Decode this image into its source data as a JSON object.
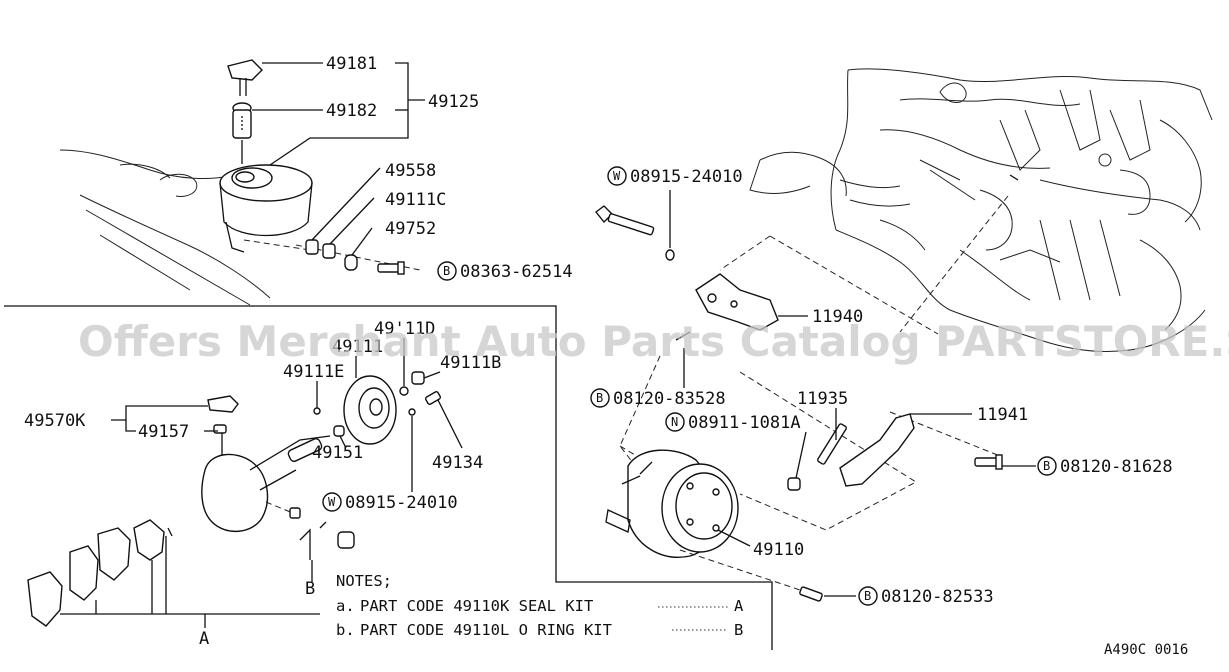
{
  "watermark": "Offers Merchant Auto Parts Catalog PARTSTORE.SA",
  "reference": "A490C 0016",
  "labels": {
    "p49181": "49181",
    "p49182": "49182",
    "p49125": "49125",
    "p49558": "49558",
    "p49111c": "49111C",
    "p49752": "49752",
    "p08363": "08363-62514",
    "p08915_top": "08915-24010",
    "p11940": "11940",
    "p08120_83528": "08120-83528",
    "p11935": "11935",
    "p11941": "11941",
    "p08911": "08911-1081A",
    "p08120_81628": "08120-81628",
    "p49110": "49110",
    "p08120_82533": "08120-82533",
    "p49111d": "49'11D",
    "p49111": "49111",
    "p49111b": "49111B",
    "p49111e": "49111E",
    "p49570k": "49570K",
    "p49157": "49157",
    "p49151": "49151",
    "p49134": "49134",
    "p08915_left": "08915-24010",
    "letter_a": "A",
    "letter_b": "B"
  },
  "prefix_circles": {
    "b": "B",
    "w": "W",
    "n": "N"
  },
  "notes": {
    "heading": "NOTES;",
    "a_prefix": "a.",
    "a_text": "PART CODE 49110K SEAL KIT",
    "a_ref": "A",
    "b_prefix": "b.",
    "b_text": "PART CODE 49110L O RING KIT",
    "b_ref": "B"
  }
}
